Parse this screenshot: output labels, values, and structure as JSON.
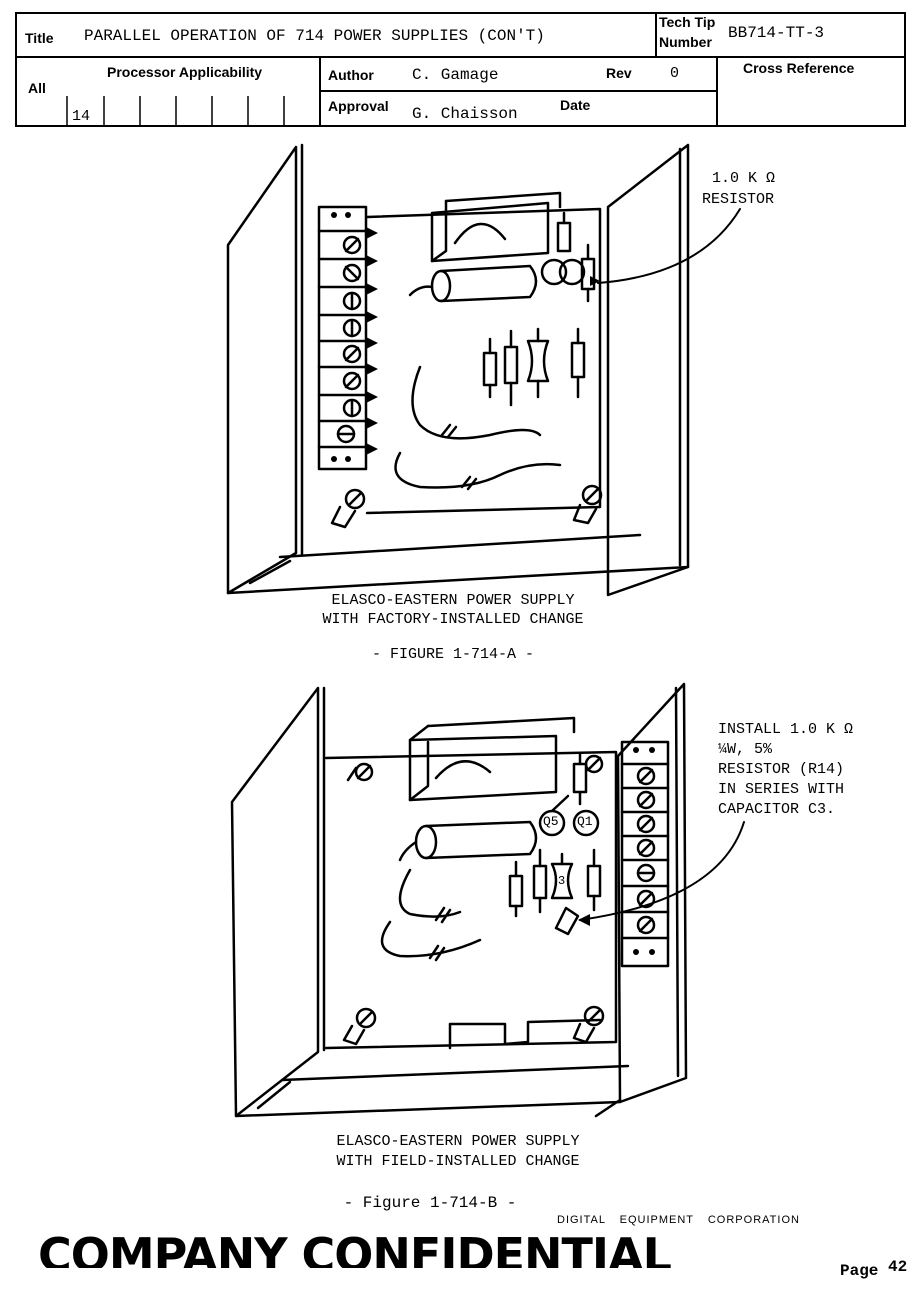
{
  "header": {
    "title_label": "Title",
    "title_value": "PARALLEL OPERATION OF 714 POWER SUPPLIES (CON'T)",
    "tech_tip_label_1": "Tech Tip",
    "tech_tip_label_2": "Number",
    "tech_tip_value": "BB714-TT-3",
    "all_label": "All",
    "processor_label": "Processor Applicability",
    "processor_value": "14",
    "author_label": "Author",
    "author_value": "C. Gamage",
    "rev_label": "Rev",
    "rev_value": "0",
    "approval_label": "Approval",
    "approval_value": "G. Chaisson",
    "date_label": "Date",
    "cross_ref_label": "Cross Reference"
  },
  "figure_a": {
    "callout_line1": "1.0 K Ω",
    "callout_line2": "RESISTOR",
    "caption_line1": "ELASCO-EASTERN POWER SUPPLY",
    "caption_line2": "WITH FACTORY-INSTALLED CHANGE",
    "figure_label": "- FIGURE 1-714-A  -"
  },
  "figure_b": {
    "callout_lines": [
      "INSTALL 1.0 K Ω",
      "¼W, 5%",
      "RESISTOR (R14)",
      "IN SERIES WITH",
      "CAPACITOR C3."
    ],
    "q5_label": "Q5",
    "q1_label": "Q1",
    "c3_label": "3",
    "caption_line1": "ELASCO-EASTERN POWER SUPPLY",
    "caption_line2": "WITH FIELD-INSTALLED CHANGE",
    "figure_label": "-  Figure 1-714-B  -"
  },
  "footer": {
    "corporation": "DIGITAL EQUIPMENT CORPORATION",
    "confidential": "COMPANY CONFIDENTIAL",
    "page_label": "Page",
    "page_number": "42"
  }
}
